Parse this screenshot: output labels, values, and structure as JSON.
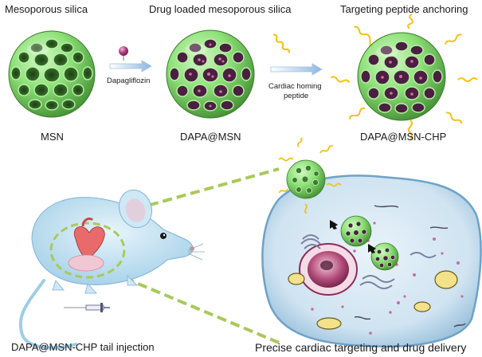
{
  "stages": {
    "stage1_title": "Mesoporous silica",
    "stage2_title": "Drug loaded mesoporous silica",
    "stage3_title": "Targeting peptide anchoring",
    "stage1_label": "MSN",
    "stage2_label": "DAPA@MSN",
    "stage3_label": "DAPA@MSN-CHP"
  },
  "reagents": {
    "drug": "Dapagliflozin",
    "peptide_line1": "Cardiac homing",
    "peptide_line2": "peptide"
  },
  "bottom": {
    "left_caption": "DAPA@MSN-CHP  tail injection",
    "right_caption": "Precise cardiac targeting and drug delivery"
  },
  "colors": {
    "sphere_green": "#8fe27a",
    "sphere_dark": "#2f6a22",
    "drug_magenta": "#b0407e",
    "peptide_yellow": "#f2c21b",
    "arrow_blue": "#9fc3e6",
    "dash_green": "#a9c95a",
    "mouse_blue": "#b9def0",
    "cell_blue": "#bcd8ea"
  }
}
